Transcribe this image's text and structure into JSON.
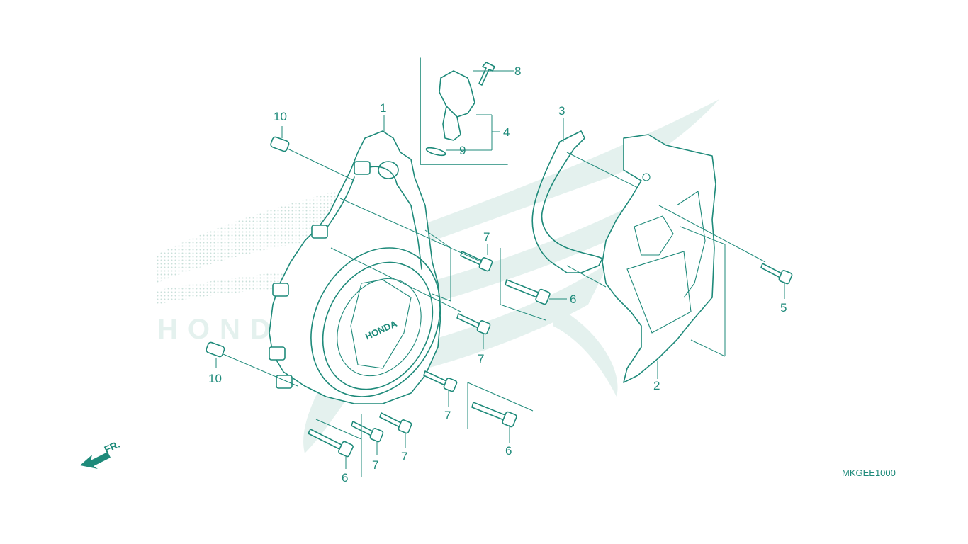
{
  "diagram": {
    "callouts": {
      "c1": "1",
      "c2": "2",
      "c3": "3",
      "c4": "4",
      "c5": "5",
      "c6a": "6",
      "c6b": "6",
      "c6c": "6",
      "c7a": "7",
      "c7b": "7",
      "c7c": "7",
      "c7d": "7",
      "c7e": "7",
      "c8": "8",
      "c9": "9",
      "c10a": "10",
      "c10b": "10"
    },
    "diagram_code": "MKGEE1000",
    "direction_label": "FR.",
    "cover_emblem": "HONDA",
    "watermark_text": "HONDA",
    "accent_color": "#1e8a7a",
    "watermark_color": "#e4f1ee"
  }
}
